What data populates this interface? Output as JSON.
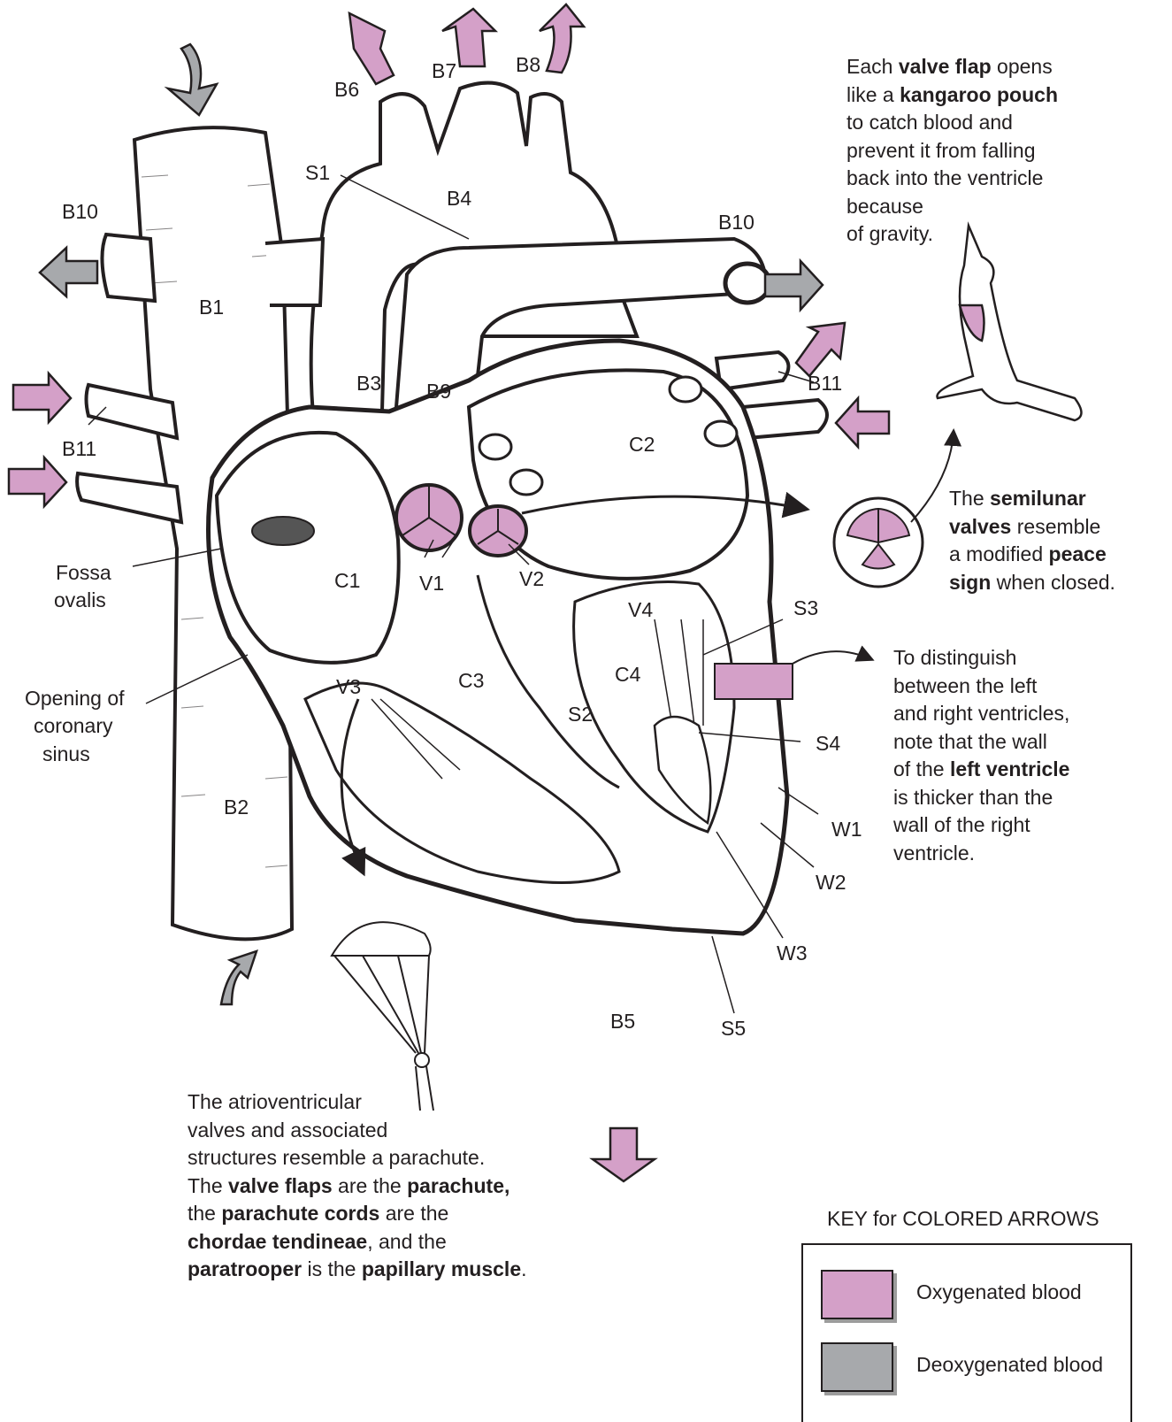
{
  "labels": {
    "B1": "B1",
    "B2": "B2",
    "B3": "B3",
    "B4": "B4",
    "B5": "B5",
    "B6": "B6",
    "B7": "B7",
    "B8": "B8",
    "B9": "B9",
    "B10": "B10",
    "B11": "B11",
    "C1": "C1",
    "C2": "C2",
    "C3": "C3",
    "C4": "C4",
    "S1": "S1",
    "S2": "S2",
    "S3": "S3",
    "S4": "S4",
    "S5": "S5",
    "V1": "V1",
    "V2": "V2",
    "V3": "V3",
    "V4": "V4",
    "W1": "W1",
    "W2": "W2",
    "W3": "W3",
    "fossa_line1": "Fossa",
    "fossa_line2": "ovalis",
    "sinus_line1": "Opening of",
    "sinus_line2": "coronary",
    "sinus_line3": "sinus"
  },
  "notes": {
    "kangaroo": {
      "t1": "Each ",
      "b1": "valve flap",
      "t2": " opens",
      "t3": "like a ",
      "b2": "kangaroo pouch",
      "t4": "to catch blood and",
      "t5": "prevent it from falling",
      "t6": "back into the ventricle",
      "t7": "because",
      "t8": "of gravity."
    },
    "semilunar": {
      "t1": "The ",
      "b1": "semilunar",
      "b2": "valves",
      "t2": " resemble",
      "t3": "a modified ",
      "b3": "peace",
      "b4": "sign",
      "t4": " when closed."
    },
    "ventricles": {
      "l1": "To distinguish",
      "l2": "between the left",
      "l3": "and right ventricles,",
      "l4": "note that the wall",
      "t1": "of the ",
      "b1": "left ventricle",
      "l6": "is thicker than the",
      "l7": "wall of the right",
      "l8": "ventricle."
    },
    "parachute": {
      "l1": "The atrioventricular",
      "l2": "valves and associated",
      "l3": "structures resemble a parachute.",
      "t1": "The ",
      "b1": "valve flaps",
      "t2": " are the ",
      "b2": "parachute,",
      "t3": "the ",
      "b3": "parachute cords",
      "t4": " are the",
      "b4": "chordae tendineae",
      "t5": ", and the",
      "b5": "paratrooper",
      "t6": " is the ",
      "b6": "papillary muscle",
      "t7": "."
    }
  },
  "key": {
    "title": "KEY for COLORED ARROWS",
    "oxygenated": "Oxygenated blood",
    "deoxygenated": "Deoxygenated blood"
  },
  "colors": {
    "oxygenated": "#d4a0c8",
    "deoxygenated": "#a7a9ac",
    "outline": "#231f20"
  }
}
